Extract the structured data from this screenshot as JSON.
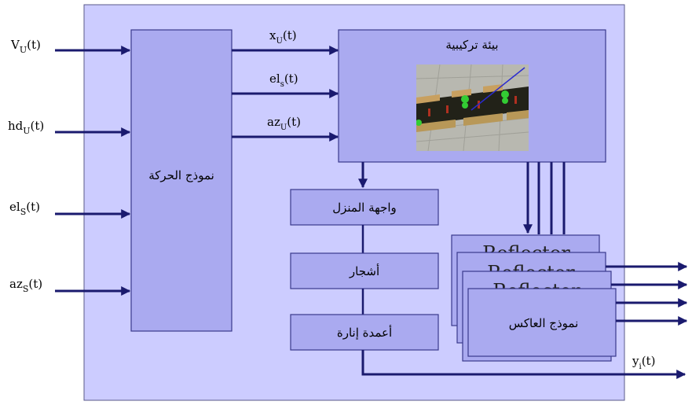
{
  "inputs": [
    {
      "base": "V",
      "sub": "U",
      "tail": "(t)"
    },
    {
      "base": "hd",
      "sub": "U",
      "tail": "(t)"
    },
    {
      "base": "el",
      "sub": "S",
      "tail": "(t)"
    },
    {
      "base": "az",
      "sub": "S",
      "tail": "(t)"
    }
  ],
  "motion_model": {
    "label": "نموذج الحركة"
  },
  "signals": [
    {
      "base": "x",
      "sub": "U",
      "tail": "(t)"
    },
    {
      "base": "el",
      "sub": "s",
      "tail": "(t)"
    },
    {
      "base": "az",
      "sub": "U",
      "tail": "(t)"
    }
  ],
  "environment": {
    "title": "بيئة تركيبية"
  },
  "scene_elements": [
    {
      "label": "واجهة المنزل"
    },
    {
      "label": "أشجار"
    },
    {
      "label": "أعمدة إنارة"
    }
  ],
  "reflector_stack": {
    "back_labels": [
      "Reflector",
      "Reflector",
      "Reflector"
    ],
    "front_label": "نموذج العاكس"
  },
  "output": {
    "base": "y",
    "sub": "i",
    "tail": "(t)"
  },
  "colors": {
    "panel": "#ccccff",
    "box": "#aaaaf0",
    "arrow": "#1a1a6e",
    "border": "#3a3a8c"
  }
}
